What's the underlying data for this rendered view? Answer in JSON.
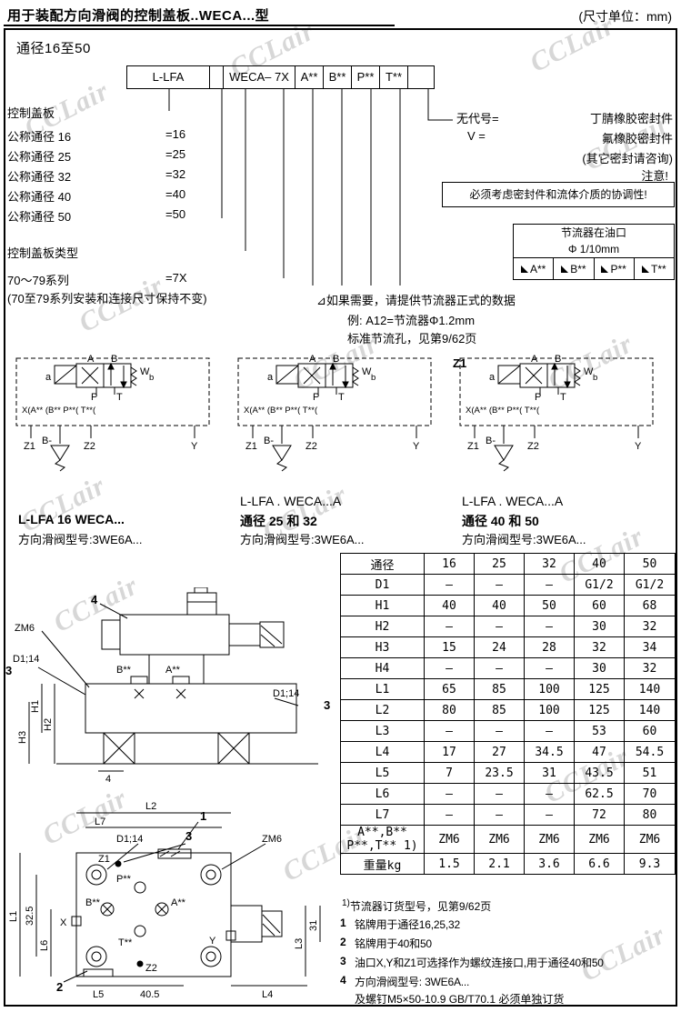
{
  "page": {
    "title": "用于装配方向滑阀的控制盖板..WECA...型",
    "unit_note": "(尺寸单位：mm)",
    "bore_range": "通径16至50",
    "watermark": "CCLair"
  },
  "ordering": {
    "boxes": [
      "L-LFA",
      "",
      "WECA– 7X",
      "A**",
      "B**",
      "P**",
      "T**",
      ""
    ],
    "left_labels": [
      {
        "label": "控制盖板",
        "code": ""
      },
      {
        "label": "公称通径 16",
        "code": "=16"
      },
      {
        "label": "公称通径 25",
        "code": "=25"
      },
      {
        "label": "公称通径 32",
        "code": "=32"
      },
      {
        "label": "公称通径 40",
        "code": "=40"
      },
      {
        "label": "公称通径 50",
        "code": "=50"
      },
      {
        "label": "控制盖板类型",
        "code": ""
      },
      {
        "label": "70～79系列",
        "code": "=7X"
      },
      {
        "label": "(70至79系列安装和连接尺寸保持不变)",
        "code": ""
      }
    ],
    "seals": {
      "no_code_label": "无代号=",
      "no_code_value": "丁腈橡胶密封件",
      "v_label": "V =",
      "v_value": "氟橡胶密封件",
      "other_line": "(其它密封请咨询)",
      "attention": "注意!",
      "attention_body": "必须考虑密封件和流体介质的协调性!"
    },
    "throttle_box": {
      "title": "节流器在油口",
      "subtitle": "Φ 1/10mm",
      "ports": [
        "A**",
        "B**",
        "P**",
        "T**"
      ]
    },
    "throttle_note_1": "⊿如果需要，请提供节流器正式的数据",
    "throttle_note_2": "例: A12=节流器Φ1.2mm",
    "throttle_note_3": "标准节流孔，见第9/62页"
  },
  "schematic_labels": {
    "a": "A",
    "b": "B",
    "small_a": "a",
    "w": "W",
    "small_b": "b",
    "p": "P",
    "t": "T",
    "ports_line": "X(A**  (B**  P**(  T**(",
    "z1": "Z1",
    "z2": "Z2",
    "y": "Y",
    "drain": "B-"
  },
  "schematics": [
    {
      "caption1": "",
      "caption2": "L-LFA 16 WECA...",
      "caption3": "方向滑阀型号:3WE6A...",
      "z1_ext": ""
    },
    {
      "caption1": "L-LFA . WECA...A",
      "caption2": "通径 25 和 32",
      "caption3": "方向滑阀型号:3WE6A...",
      "z1_ext": ""
    },
    {
      "caption1": "L-LFA . WECA...A",
      "caption2": "通径 40 和 50",
      "caption3": "方向滑阀型号:3WE6A...",
      "z1_ext": "Z1"
    }
  ],
  "table": {
    "headers": [
      "通径",
      "16",
      "25",
      "32",
      "40",
      "50"
    ],
    "rows": [
      [
        "D1",
        "–",
        "–",
        "–",
        "G1/2",
        "G1/2"
      ],
      [
        "H1",
        "40",
        "40",
        "50",
        "60",
        "68"
      ],
      [
        "H2",
        "–",
        "–",
        "–",
        "30",
        "32"
      ],
      [
        "H3",
        "15",
        "24",
        "28",
        "32",
        "34"
      ],
      [
        "H4",
        "–",
        "–",
        "–",
        "30",
        "32"
      ],
      [
        "L1",
        "65",
        "85",
        "100",
        "125",
        "140"
      ],
      [
        "L2",
        "80",
        "85",
        "100",
        "125",
        "140"
      ],
      [
        "L3",
        "–",
        "–",
        "–",
        "53",
        "60"
      ],
      [
        "L4",
        "17",
        "27",
        "34.5",
        "47",
        "54.5"
      ],
      [
        "L5",
        "7",
        "23.5",
        "31",
        "43.5",
        "51"
      ],
      [
        "L6",
        "–",
        "–",
        "–",
        "62.5",
        "70"
      ],
      [
        "L7",
        "–",
        "–",
        "–",
        "72",
        "80"
      ],
      [
        "A**,B**\nP**,T** 1)",
        "ZM6",
        "ZM6",
        "ZM6",
        "ZM6",
        "ZM6"
      ],
      [
        "重量kg",
        "1.5",
        "2.1",
        "3.6",
        "6.6",
        "9.3"
      ]
    ],
    "footnote_sup": "1)",
    "footnote_text": "节流器订货型号，见第9/62页"
  },
  "notes": [
    {
      "num": "1",
      "line1": "铭牌用于通径16,25,32",
      "line2": ""
    },
    {
      "num": "2",
      "line1": "铭牌用于40和50",
      "line2": ""
    },
    {
      "num": "3",
      "line1": "油口X,Y和Z1可选择作为螺纹连接口,用于通径40和50",
      "line2": ""
    },
    {
      "num": "4",
      "line1": "方向滑阀型号: 3WE6A...",
      "line2": "及螺钉M5×50-10.9 GB/T70.1 必须单独订货"
    }
  ],
  "drawings": {
    "side": {
      "n4": "4",
      "zm6": "ZM6",
      "d1_left": "D1;14",
      "n3_left": "3",
      "b_port": "B**",
      "a_port": "A**",
      "d1_right": "D1;14",
      "n3_right": "3",
      "h1": "H1",
      "h2": "H2",
      "h3": "H3",
      "base_dim": "4"
    },
    "top": {
      "l2": "L2",
      "l7": "L7",
      "n1": "1",
      "d1": "D1;14",
      "n3": "3",
      "zm6": "ZM6",
      "z1": "Z1",
      "p_port": "P**",
      "b_port": "B**",
      "a_port": "A**",
      "t_port": "T**",
      "x_port": "X",
      "y_port": "Y",
      "z2": "Z2",
      "l1": "L1",
      "dim_325": "32.5",
      "l6": "L6",
      "n2": "2",
      "l5": "L5",
      "dim_405": "40.5",
      "l4": "L4",
      "l3": "L3",
      "dim_31": "31"
    }
  }
}
